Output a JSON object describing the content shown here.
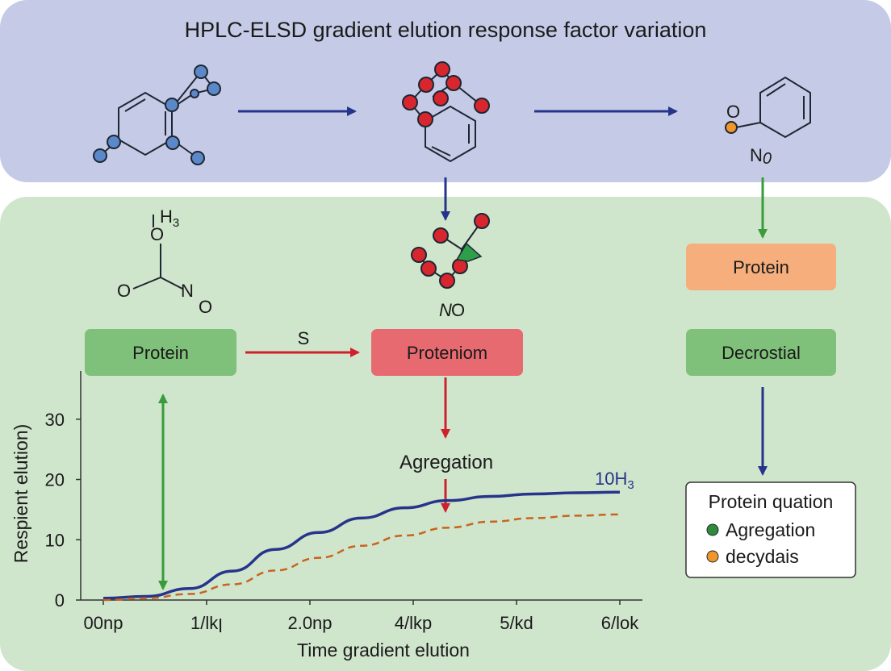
{
  "title": "HPLC-ELSD gradient elution response factor variation",
  "molecule_labels": {
    "mol3_o": "O",
    "mol3_n": "N",
    "mol3_n_sub": "0",
    "mol4_h": "H",
    "mol4_h_sub": "3",
    "mol4_o_top": "O",
    "mol4_o_left": "O",
    "mol4_n": "N",
    "mol4_o_right": "O",
    "mol5_n": "N",
    "mol5_o": "O"
  },
  "boxes": {
    "protein_left": "Protein",
    "proteniom": "Proteniom",
    "protein_right": "Protein",
    "decrostial": "Decrostial"
  },
  "arrow_labels": {
    "s_label": "S",
    "agregation_label": "Agregation"
  },
  "legend": {
    "title": "Protein quation",
    "items": [
      {
        "label": "Agregation",
        "color": "#2e8b3a"
      },
      {
        "label": "decydais",
        "color": "#f0962a"
      }
    ]
  },
  "colors": {
    "top_panel": "#c5cbe6",
    "bottom_panel": "#cfe6cc",
    "arrow_blue": "#27348b",
    "arrow_green": "#3a9a3c",
    "arrow_red": "#d0202c",
    "atom_blue": "#5b88c8",
    "atom_red": "#d8262e",
    "atom_orange": "#f0962a",
    "atom_green": "#2e9e4a"
  },
  "chart_data": {
    "type": "line",
    "xlabel": "Time gradient elution",
    "ylabel": "Respient elution)",
    "x_ticks": [
      "00np",
      "1/lkן",
      "2.0np",
      "4/lkp",
      "5/kd",
      "6/lok"
    ],
    "y_ticks": [
      "0",
      "10",
      "20",
      "30"
    ],
    "ylim": [
      0,
      38
    ],
    "x": [
      0,
      0.5,
      1,
      1.5,
      2,
      2.5,
      3,
      3.5,
      4,
      4.5,
      5,
      5.5,
      6
    ],
    "series": [
      {
        "name": "10H₃",
        "color": "#27348b",
        "style": "solid",
        "values": [
          0.3,
          0.6,
          1.9,
          4.8,
          8.4,
          11.2,
          13.6,
          15.3,
          16.5,
          17.2,
          17.6,
          17.8,
          17.9
        ]
      },
      {
        "color": "#c8641e",
        "style": "dashed",
        "values": [
          0,
          0.3,
          1.0,
          2.6,
          4.9,
          7.0,
          9.0,
          10.7,
          12.0,
          13.0,
          13.6,
          14.0,
          14.2
        ]
      }
    ],
    "series_label_sub": "3",
    "series_label_main": "10H"
  }
}
